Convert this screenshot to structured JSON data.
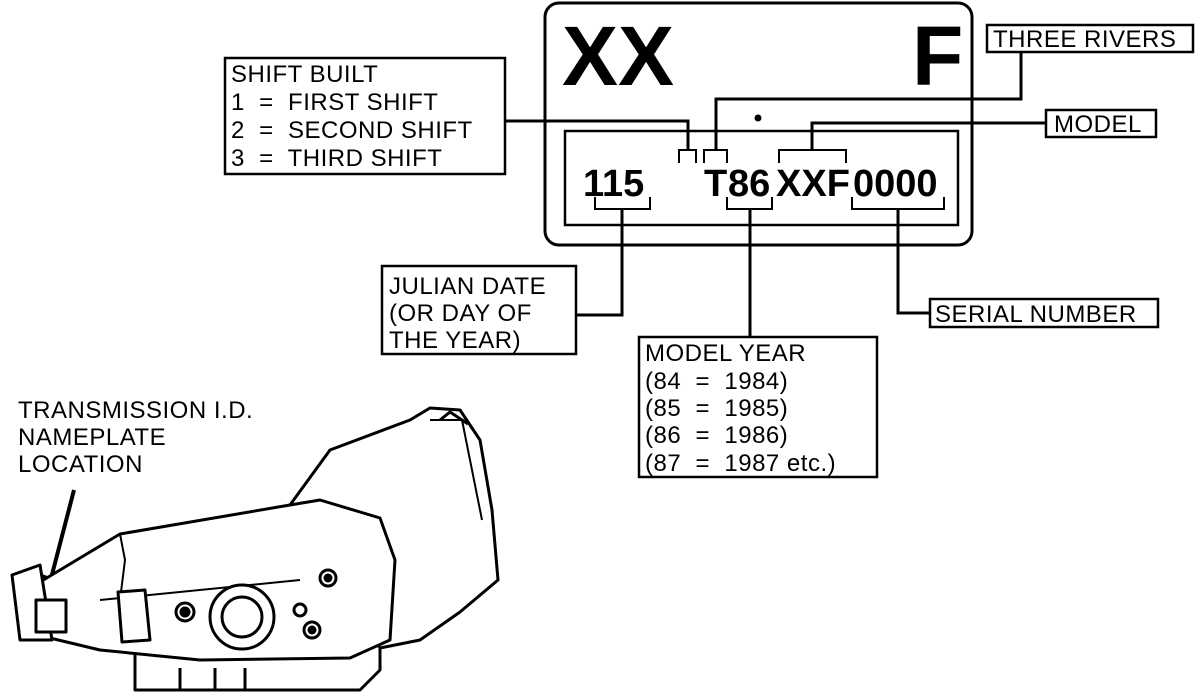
{
  "nameplate": {
    "top_left": "XX",
    "top_right": "F",
    "julian": "115",
    "plant_code": "T",
    "year_code": "86",
    "model_code": "XXF",
    "serial_code": "0000"
  },
  "callouts": {
    "three_rivers": "THREE RIVERS",
    "model": "MODEL",
    "serial_number": "SERIAL NUMBER",
    "shift_built": {
      "title": "SHIFT BUILT",
      "lines": [
        "1  =  FIRST SHIFT",
        "2  =  SECOND SHIFT",
        "3  =  THIRD SHIFT"
      ]
    },
    "julian_date": {
      "lines": [
        "JULIAN DATE",
        "(OR DAY OF",
        "THE YEAR)"
      ]
    },
    "model_year": {
      "title": "MODEL YEAR",
      "lines": [
        "(84  =  1984)",
        "(85  =  1985)",
        "(86  =  1986)",
        "(87  =  1987 etc.)"
      ]
    },
    "location": {
      "lines": [
        "TRANSMISSION I.D.",
        "NAMEPLATE",
        "LOCATION"
      ]
    }
  }
}
